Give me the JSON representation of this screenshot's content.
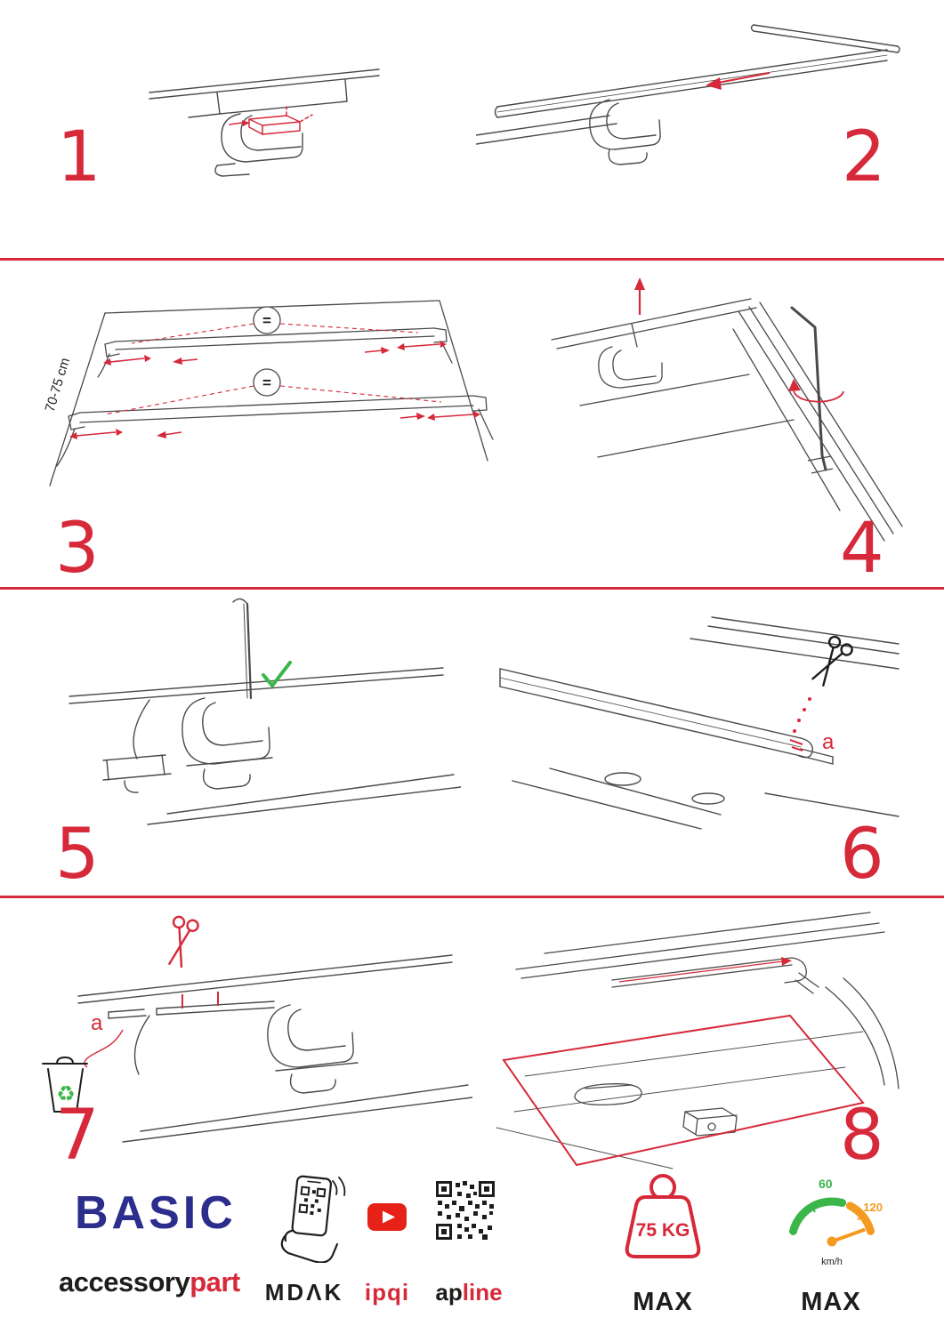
{
  "colors": {
    "accent_red": "#d6293a",
    "brand_navy": "#2b2e8c",
    "green": "#3cb54a",
    "orange": "#f59a20",
    "ink": "#1d1d1b",
    "line_gray": "#4a4a4a"
  },
  "steps": {
    "s1": {
      "number": "1"
    },
    "s2": {
      "number": "2"
    },
    "s3": {
      "number": "3",
      "dimension_label": "70-75 cm",
      "equals_top": "=",
      "equals_bottom": "="
    },
    "s4": {
      "number": "4"
    },
    "s5": {
      "number": "5"
    },
    "s6": {
      "number": "6",
      "label_a": "a"
    },
    "s7": {
      "number": "7",
      "label_a": "a",
      "recycle_symbol": "♻"
    },
    "s8": {
      "number": "8"
    }
  },
  "footer": {
    "brand": "BASIC",
    "wordmark_black": "accessory",
    "wordmark_red": "part",
    "partner_mdak": "MDΛK",
    "partner_ipqi": "ipqi",
    "partner_apline_black": "ap",
    "partner_apline_red": "line",
    "weight_value": "75 KG",
    "weight_max": "MAX",
    "speed_green": "60",
    "speed_orange": "120",
    "speed_unit": "km/h",
    "speed_max": "MAX"
  }
}
